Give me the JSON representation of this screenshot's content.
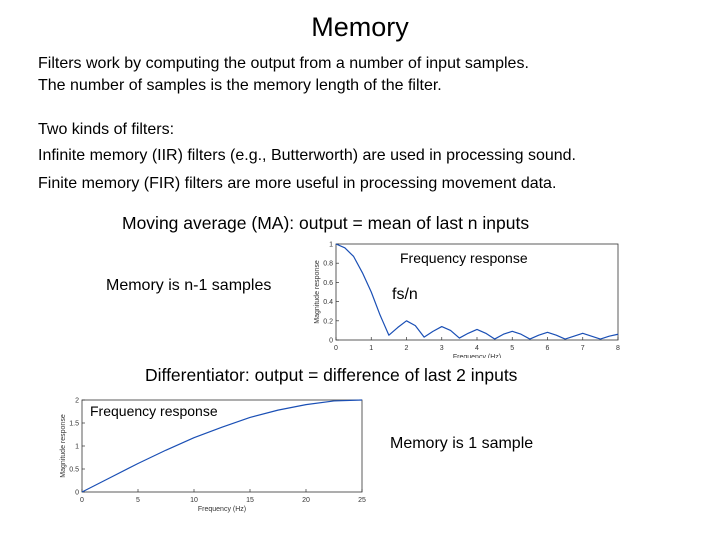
{
  "title": "Memory",
  "intro": {
    "line1": "Filters work by computing the output from a number of input samples.",
    "line2": "The number of samples is the memory length of the filter."
  },
  "kinds": {
    "heading": "Two kinds of filters:",
    "iir": "Infinite memory (IIR) filters (e.g., Butterworth) are used in processing sound.",
    "fir": "Finite memory (FIR) filters are more useful in processing movement data."
  },
  "ma": {
    "heading": "Moving average (MA):  output = mean of last n inputs",
    "memory_note": "Memory is n-1 samples",
    "freq_label": "Frequency response",
    "fs_label": "fs/n"
  },
  "diff": {
    "heading": "Differentiator:  output = difference of last 2 inputs",
    "freq_label": "Frequency response",
    "memory_note": "Memory is 1 sample"
  },
  "chart_data": [
    {
      "type": "line",
      "xlabel": "Frequency (Hz)",
      "ylabel": "Magnitude response",
      "xlim": [
        0,
        8
      ],
      "ylim": [
        0,
        1
      ],
      "xticks": [
        "0",
        "1",
        "2",
        "3",
        "4",
        "5",
        "6",
        "7",
        "8"
      ],
      "yticks": [
        "0",
        "0.2",
        "0.4",
        "0.6",
        "0.8",
        "1"
      ],
      "x": [
        0,
        0.25,
        0.5,
        0.75,
        1,
        1.25,
        1.5,
        1.75,
        2,
        2.25,
        2.5,
        2.75,
        3,
        3.25,
        3.5,
        3.75,
        4,
        4.25,
        4.5,
        4.75,
        5,
        5.25,
        5.5,
        5.75,
        6,
        6.25,
        6.5,
        6.75,
        7,
        7.25,
        7.5,
        7.75,
        8
      ],
      "values": [
        1.0,
        0.96,
        0.87,
        0.7,
        0.5,
        0.26,
        0.05,
        0.13,
        0.2,
        0.15,
        0.03,
        0.09,
        0.14,
        0.1,
        0.02,
        0.07,
        0.11,
        0.07,
        0.01,
        0.06,
        0.09,
        0.06,
        0.01,
        0.05,
        0.08,
        0.05,
        0.01,
        0.04,
        0.07,
        0.04,
        0.01,
        0.04,
        0.06
      ]
    },
    {
      "type": "line",
      "xlabel": "Frequency (Hz)",
      "ylabel": "Magnitude response",
      "xlim": [
        0,
        25
      ],
      "ylim": [
        0,
        2
      ],
      "xticks": [
        "0",
        "5",
        "10",
        "15",
        "20",
        "25"
      ],
      "yticks": [
        "0",
        "0.5",
        "1",
        "1.5",
        "2"
      ],
      "x": [
        0,
        2.5,
        5,
        7.5,
        10,
        12.5,
        15,
        17.5,
        20,
        22.5,
        25
      ],
      "values": [
        0,
        0.31,
        0.62,
        0.91,
        1.18,
        1.41,
        1.62,
        1.78,
        1.9,
        1.98,
        2.0
      ]
    }
  ]
}
